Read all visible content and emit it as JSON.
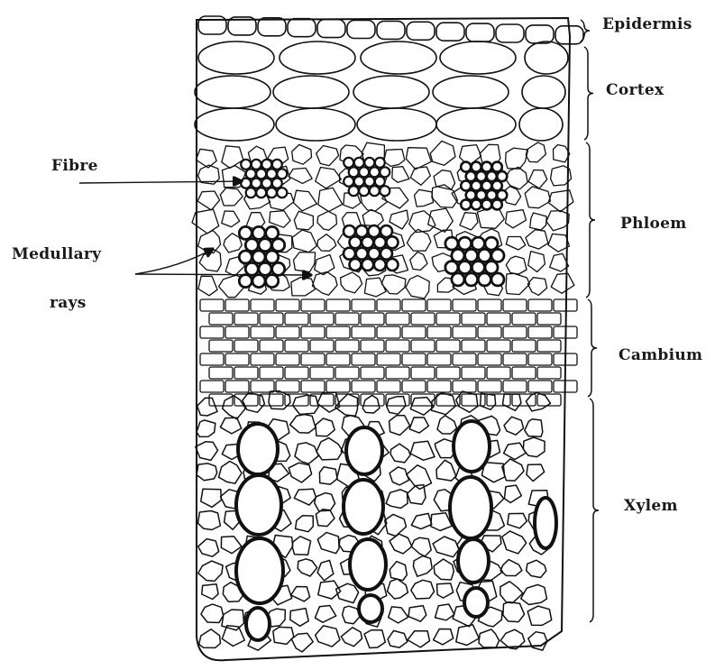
{
  "diagram": {
    "labels": {
      "epidermis": "Epidermis",
      "cortex": "Cortex",
      "phloem": "Phloem",
      "cambium": "Cambium",
      "xylem": "Xylem",
      "fibre": "Fibre",
      "medullary": "Medullary",
      "rays": "rays"
    }
  },
  "colors": {
    "ink": "#111111",
    "background": "#ffffff"
  }
}
